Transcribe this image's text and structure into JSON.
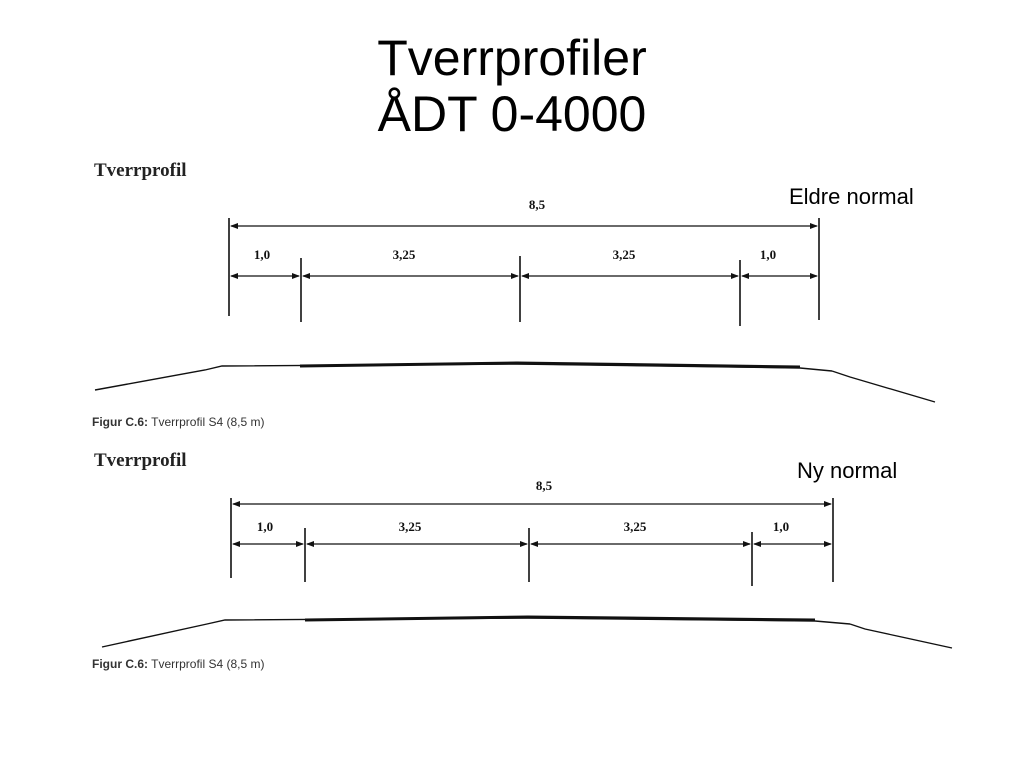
{
  "title": {
    "line1": "Tverrprofiler",
    "line2": "ÅDT 0-4000"
  },
  "profiles": [
    {
      "heading": "Tverrprofil",
      "note": "Eldre normal",
      "total": "8,5",
      "segments": [
        "1,0",
        "3,25",
        "3,25",
        "1,0"
      ],
      "caption_bold": "Figur C.6:",
      "caption_text": " Tverrprofil S4 (8,5 m)"
    },
    {
      "heading": "Tverrprofil",
      "note": "Ny normal",
      "total": "8,5",
      "segments": [
        "1,0",
        "3,25",
        "3,25",
        "1,0"
      ],
      "caption_bold": "Figur C.6:",
      "caption_text": " Tverrprofil S4 (8,5 m)"
    }
  ]
}
